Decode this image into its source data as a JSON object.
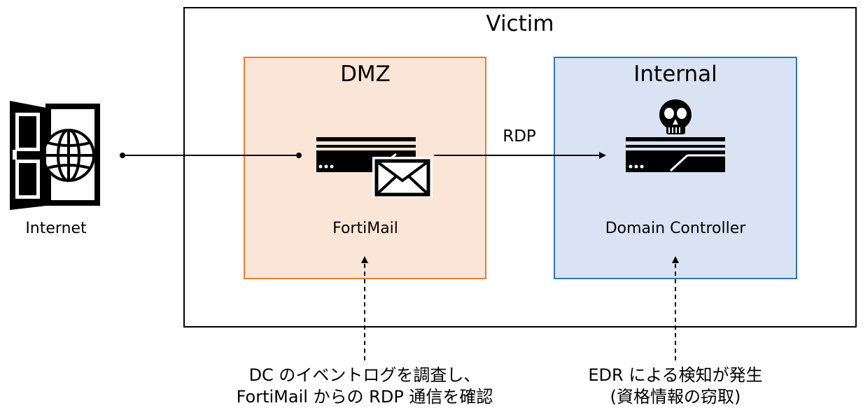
{
  "zones": {
    "victim": {
      "title": "Victim",
      "border_color": "#000000"
    },
    "dmz": {
      "title": "DMZ",
      "border_color": "#ed7d31",
      "fill_color": "#fbe5d6"
    },
    "internal": {
      "title": "Internal",
      "border_color": "#2e75b6",
      "fill_color": "#dae3f3"
    }
  },
  "nodes": {
    "internet": {
      "label": "Internet",
      "icon": "internet-door-globe-icon"
    },
    "fortimail": {
      "label": "FortiMail",
      "icon": "mail-server-icon"
    },
    "domain_controller": {
      "label": "Domain Controller",
      "icon": "server-skull-icon"
    }
  },
  "edges": {
    "rdp": {
      "label": "RDP"
    }
  },
  "annotations": {
    "fortimail_note": {
      "line1": "DC のイベントログを調査し、",
      "line2": "FortiMail からの RDP 通信を確認"
    },
    "dc_note": {
      "line1": "EDR による検知が発生",
      "line2": "(資格情報の窃取)"
    }
  }
}
